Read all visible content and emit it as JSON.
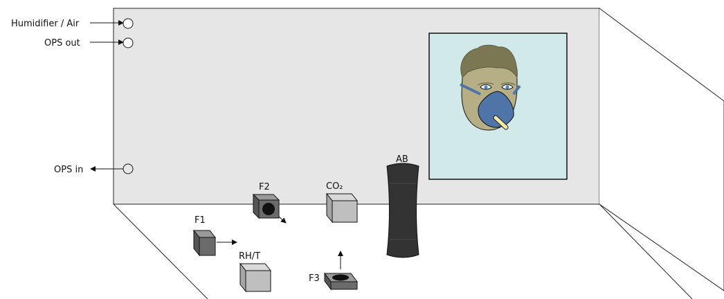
{
  "ports": {
    "humidifier": "Humidifier / Air",
    "ops_out": "OPS out",
    "ops_in": "OPS in"
  },
  "devices": {
    "f1": "F1",
    "f2": "F2",
    "f3": "F3",
    "co2": "CO₂",
    "rht": "RH/T",
    "ab": "AB"
  },
  "colors": {
    "back_wall": "#e6e6e6",
    "portrait_bg": "#d2e9ea",
    "mask": "#4f74a7",
    "face": "#b6ae85",
    "hair": "#7c7753",
    "box_dark": "#6b6b6b",
    "box_light": "#bfbfbf",
    "ab_body": "#333333"
  }
}
